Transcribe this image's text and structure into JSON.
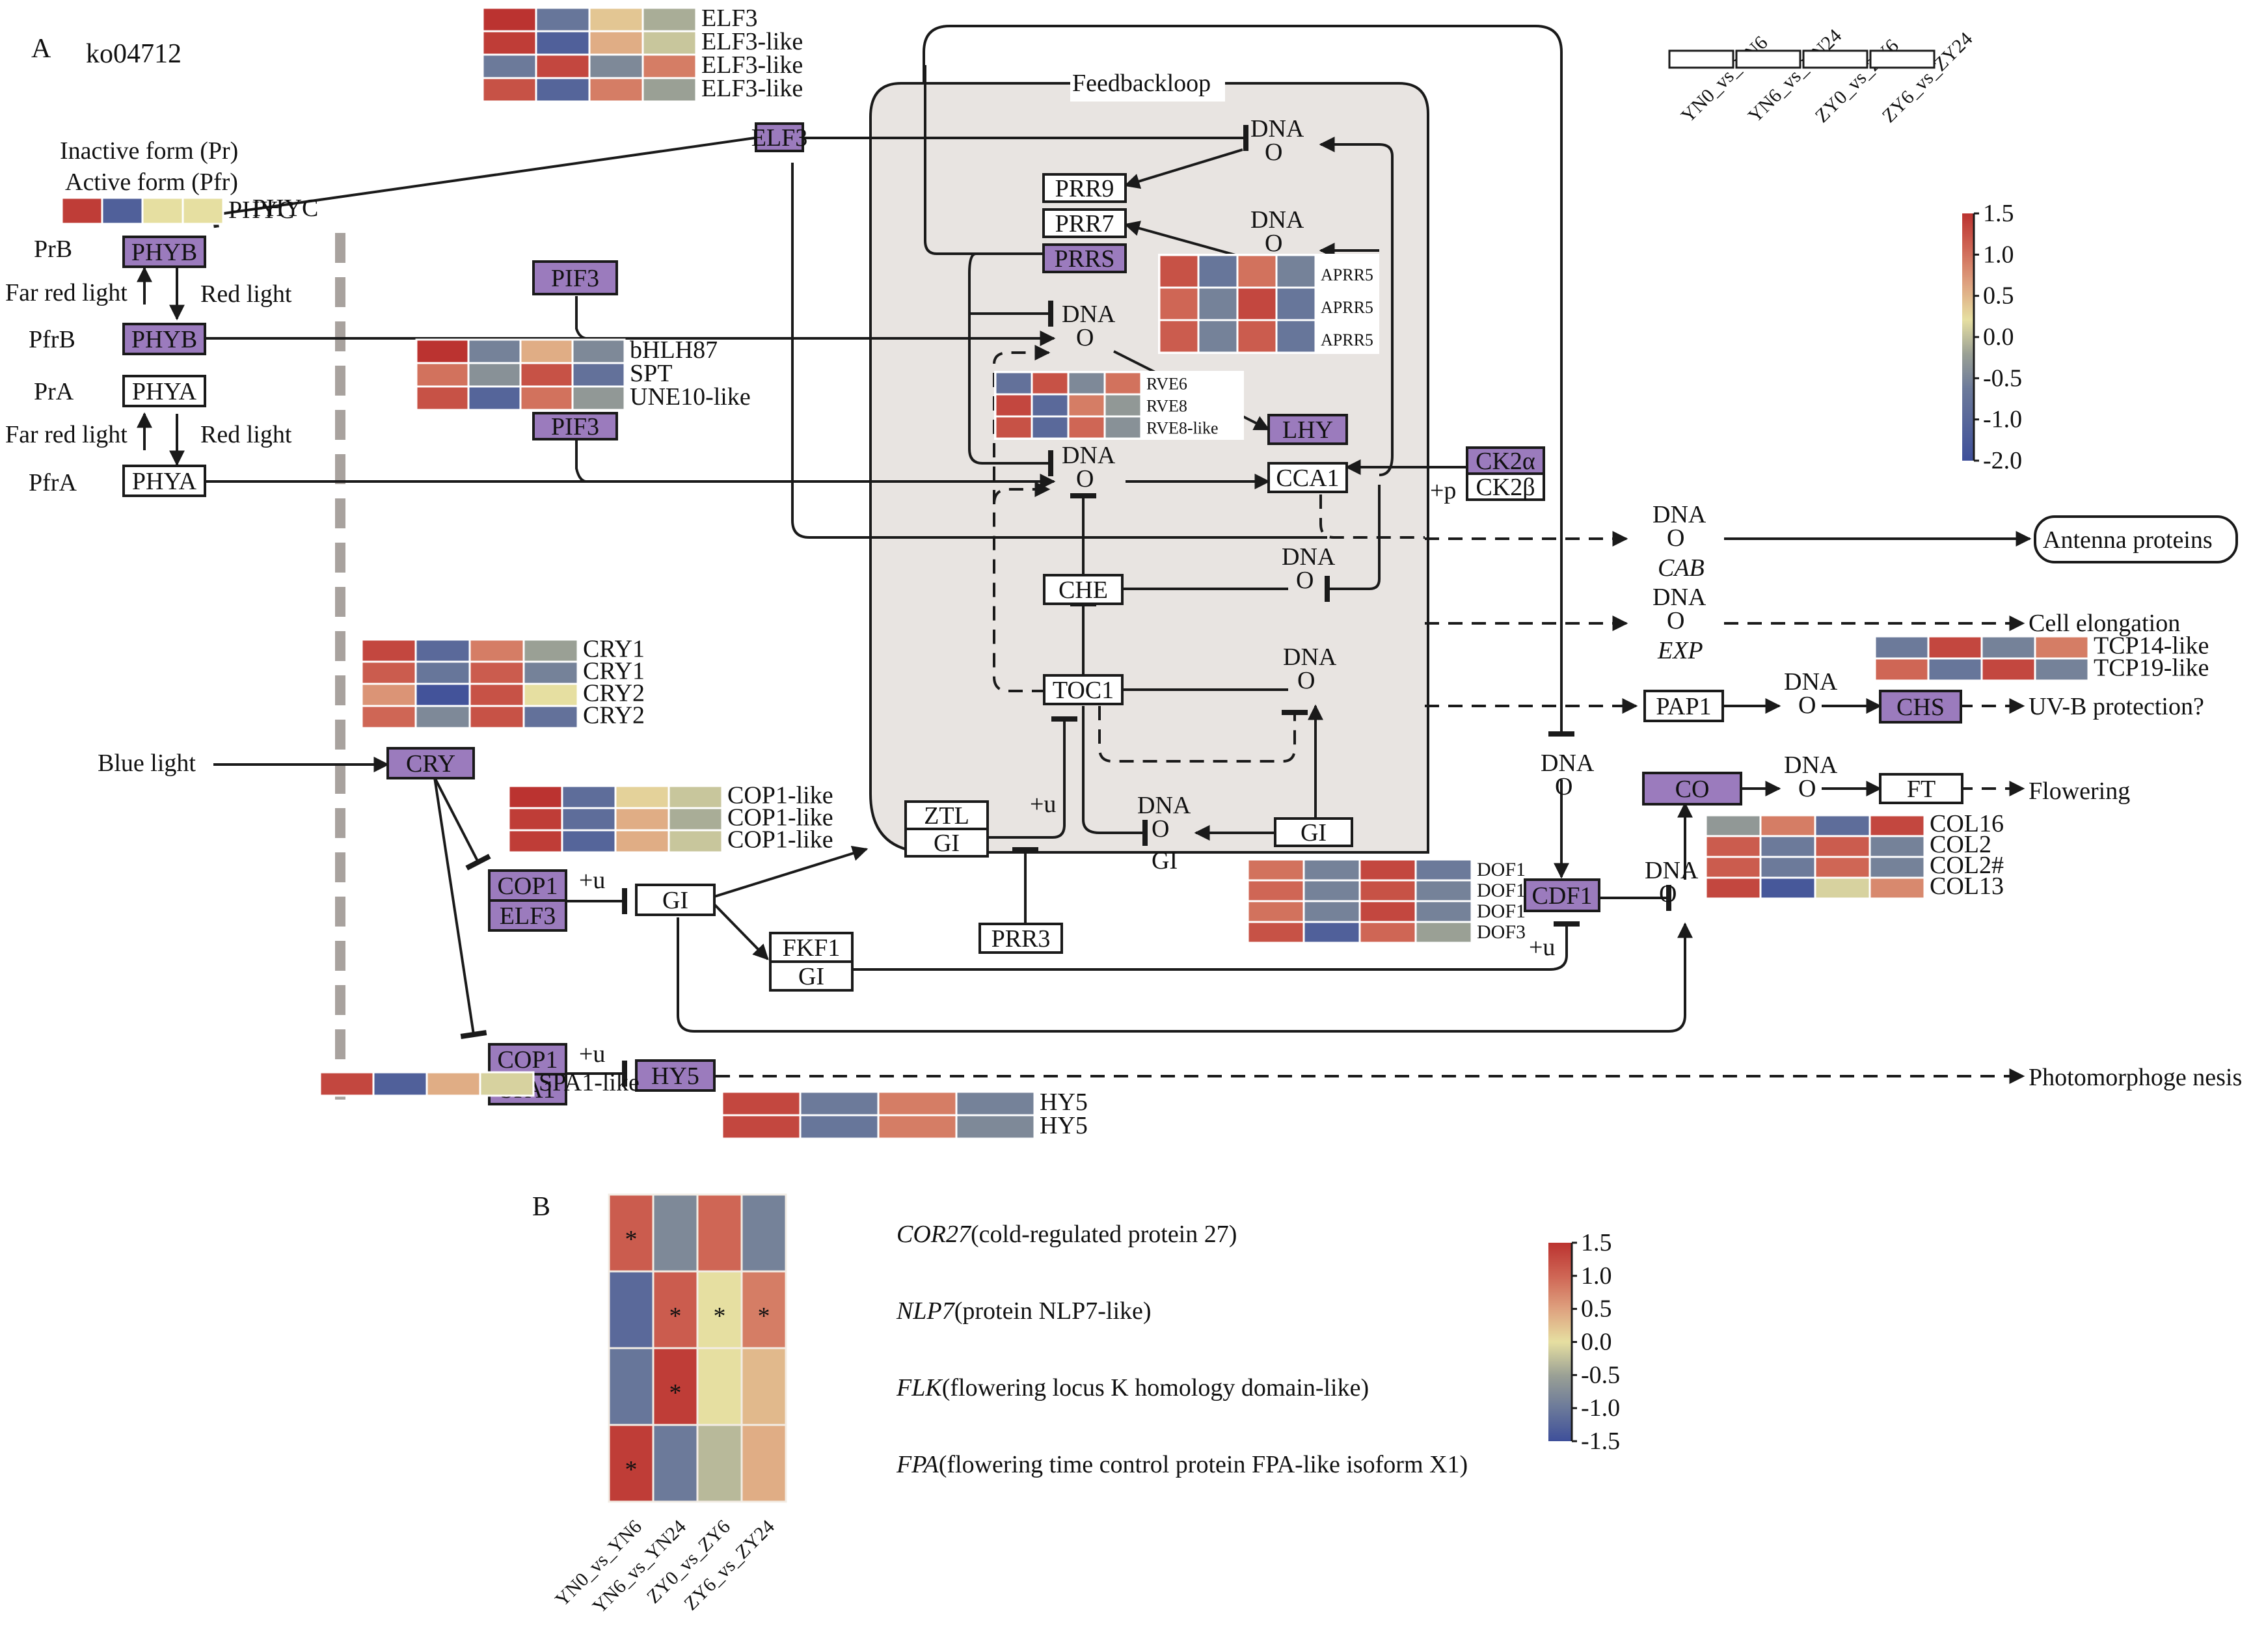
{
  "figure": {
    "panel_a_label": "A",
    "pathway_id": "ko04712",
    "panel_b_label": "B",
    "feedback_loop_label": "Feedbackloop",
    "node_color_highlight": "#9b7bbd",
    "node_color_plain": "#ffffff",
    "loop_fill": "#e8e4e1"
  },
  "conditions": [
    "YN0_vs_YN6",
    "YN6_vs_YN24",
    "ZY0_vs_ZY6",
    "ZY6_vs_ZY24"
  ],
  "colorbar_a": {
    "ticks": [
      "1.5",
      "1.0",
      "0.5",
      "0.0",
      "-0.5",
      "-1.0",
      "-2.0"
    ],
    "min": -2.0,
    "max": 1.5
  },
  "colorbar_b": {
    "ticks": [
      "1.5",
      "1.0",
      "0.5",
      "0.0",
      "-0.5",
      "-1.0",
      "-1.5"
    ],
    "min": -1.5,
    "max": 1.5
  },
  "palette": {
    "stops": [
      {
        "v": -2.0,
        "c": "#3e4f9a"
      },
      {
        "v": -1.0,
        "c": "#6c7a9a"
      },
      {
        "v": -0.5,
        "c": "#9aa095"
      },
      {
        "v": 0.0,
        "c": "#e6dfa1"
      },
      {
        "v": 0.5,
        "c": "#dea07e"
      },
      {
        "v": 1.0,
        "c": "#cf6655"
      },
      {
        "v": 1.5,
        "c": "#bb3330"
      }
    ]
  },
  "labels": {
    "inactive_form": "Inactive form (Pr)",
    "active_form": "Active form (Pfr)",
    "prb": "PrB",
    "pfrb": "PfrB",
    "pra": "PrA",
    "pfra": "PfrA",
    "far_red_light_1": "Far red light",
    "red_light_1": "Red light",
    "far_red_light_2": "Far red light",
    "red_light_2": "Red light",
    "blue_light": "Blue light",
    "plus_u_1": "+u",
    "plus_u_2": "+u",
    "plus_u_3": "+u",
    "plus_u_4": "+u",
    "plus_p": "+p",
    "antenna_proteins": "Antenna proteins",
    "cell_elongation": "Cell elongation",
    "uvb_protection": "UV-B protection?",
    "flowering": "Flowering",
    "photomorphogenesis": "Photomorphoge nesis",
    "cab": "CAB",
    "exp": "EXP",
    "gi_under_dna": "GI",
    "dna": "DNA",
    "o": "O"
  },
  "nodes": {
    "phyb_pr": {
      "label": "PHYB",
      "highlighted": true
    },
    "phyb_pfr": {
      "label": "PHYB",
      "highlighted": true
    },
    "phya_pr": {
      "label": "PHYA",
      "highlighted": false
    },
    "phya_pfr": {
      "label": "PHYA",
      "highlighted": false
    },
    "elf3_top": {
      "label": "ELF3",
      "highlighted": true
    },
    "pif3_top": {
      "label": "PIF3",
      "highlighted": true
    },
    "pif3_bottom": {
      "label": "PIF3",
      "highlighted": true
    },
    "prr9": {
      "label": "PRR9",
      "highlighted": false
    },
    "prr7": {
      "label": "PRR7",
      "highlighted": false
    },
    "prrs": {
      "label": "PRRS",
      "highlighted": true
    },
    "lhy": {
      "label": "LHY",
      "highlighted": true
    },
    "cca1": {
      "label": "CCA1",
      "highlighted": false
    },
    "ck2a": {
      "label": "CK2α",
      "highlighted": true
    },
    "ck2b": {
      "label": "CK2β",
      "highlighted": false
    },
    "che": {
      "label": "CHE",
      "highlighted": false
    },
    "toc1": {
      "label": "TOC1",
      "highlighted": false
    },
    "ztl": {
      "label": "ZTL",
      "highlighted": false
    },
    "gi_ztl": {
      "label": "GI",
      "highlighted": false
    },
    "gi_loop": {
      "label": "GI",
      "highlighted": false
    },
    "prr3": {
      "label": "PRR3",
      "highlighted": false
    },
    "cry": {
      "label": "CRY",
      "highlighted": true
    },
    "cop1_a": {
      "label": "COP1",
      "highlighted": true
    },
    "elf3_b": {
      "label": "ELF3",
      "highlighted": true
    },
    "gi_main": {
      "label": "GI",
      "highlighted": false
    },
    "fkf1": {
      "label": "FKF1",
      "highlighted": false
    },
    "gi_fkf1": {
      "label": "GI",
      "highlighted": false
    },
    "cop1_b": {
      "label": "COP1",
      "highlighted": true
    },
    "spa1": {
      "label": "SPA1",
      "highlighted": true
    },
    "hy5": {
      "label": "HY5",
      "highlighted": true
    },
    "cdf1": {
      "label": "CDF1",
      "highlighted": true
    },
    "co": {
      "label": "CO",
      "highlighted": true
    },
    "ft": {
      "label": "FT",
      "highlighted": false
    },
    "pap1": {
      "label": "PAP1",
      "highlighted": false
    },
    "chs": {
      "label": "CHS",
      "highlighted": true
    }
  },
  "heatmaps": {
    "elf3": {
      "genes": [
        "ELF3",
        "ELF3-like",
        "ELF3-like",
        "ELF3-like"
      ],
      "values": [
        [
          1.5,
          -1.1,
          0.2,
          -0.4
        ],
        [
          1.4,
          -1.6,
          0.4,
          -0.2
        ],
        [
          -1.0,
          1.3,
          -0.8,
          0.8
        ],
        [
          1.2,
          -1.5,
          0.8,
          -0.5
        ]
      ]
    },
    "phyc": {
      "genes": [
        "PHYC"
      ],
      "values": [
        [
          1.4,
          -1.6,
          0.0,
          0.0
        ]
      ]
    },
    "pif3": {
      "genes": [
        "bHLH87",
        "SPT",
        "UNE10-like"
      ],
      "values": [
        [
          1.5,
          -0.9,
          0.4,
          -0.8
        ],
        [
          0.9,
          -0.7,
          1.2,
          -1.2
        ],
        [
          1.2,
          -1.5,
          0.9,
          -0.6
        ]
      ]
    },
    "aprr5": {
      "genes": [
        "APRR5",
        "APRR5",
        "APRR5"
      ],
      "values": [
        [
          1.2,
          -1.1,
          0.9,
          -0.9
        ],
        [
          1.0,
          -0.9,
          1.3,
          -1.1
        ],
        [
          1.1,
          -0.9,
          1.1,
          -1.1
        ]
      ]
    },
    "rve": {
      "genes": [
        "RVE6",
        "RVE8",
        "RVE8-like"
      ],
      "values": [
        [
          -1.2,
          1.2,
          -0.8,
          0.9
        ],
        [
          1.3,
          -1.4,
          0.8,
          -0.6
        ],
        [
          1.2,
          -1.4,
          1.0,
          -0.7
        ]
      ]
    },
    "cry": {
      "genes": [
        "CRY1",
        "CRY1",
        "CRY1",
        "CRY2"
      ],
      "labels": [
        "CRY1",
        "CRY1",
        "CRY2",
        "CRY2"
      ],
      "values": [
        [
          1.3,
          -1.4,
          0.8,
          -0.5
        ],
        [
          1.1,
          -1.1,
          1.1,
          -0.9
        ],
        [
          0.6,
          -1.9,
          1.2,
          0.0
        ],
        [
          1.0,
          -0.8,
          1.2,
          -1.2
        ]
      ]
    },
    "cop1": {
      "genes": [
        "COP1-like",
        "COP1-like",
        "COP1-like"
      ],
      "values": [
        [
          1.5,
          -1.3,
          0.1,
          -0.2
        ],
        [
          1.4,
          -1.3,
          0.4,
          -0.4
        ],
        [
          1.4,
          -1.5,
          0.4,
          -0.2
        ]
      ]
    },
    "spa1": {
      "genes": [
        "SPA1-like"
      ],
      "values": [
        [
          1.3,
          -1.6,
          0.4,
          -0.1
        ]
      ]
    },
    "hy5": {
      "genes": [
        "HY5",
        "HY5"
      ],
      "values": [
        [
          1.3,
          -1.0,
          0.8,
          -0.9
        ],
        [
          1.3,
          -1.1,
          0.8,
          -0.8
        ]
      ]
    },
    "dof": {
      "genes": [
        "DOF1",
        "DOF1",
        "DOF1",
        "DOF3"
      ],
      "values": [
        [
          0.9,
          -0.9,
          1.3,
          -1.0
        ],
        [
          1.0,
          -0.9,
          1.2,
          -0.9
        ],
        [
          0.9,
          -0.9,
          1.3,
          -0.9
        ],
        [
          1.2,
          -1.6,
          1.0,
          -0.5
        ]
      ]
    },
    "tcp": {
      "genes": [
        "TCP14-like",
        "TCP19-like"
      ],
      "values": [
        [
          -1.0,
          1.3,
          -0.9,
          0.8
        ],
        [
          1.0,
          -1.1,
          1.3,
          -0.9
        ]
      ]
    },
    "col": {
      "genes": [
        "COL16",
        "COL2",
        "COL2#",
        "COL13"
      ],
      "values": [
        [
          -0.6,
          0.8,
          -1.3,
          1.3
        ],
        [
          1.1,
          -1.0,
          1.1,
          -0.9
        ],
        [
          1.1,
          -1.0,
          1.0,
          -0.9
        ],
        [
          1.3,
          -1.8,
          -0.1,
          0.7
        ]
      ]
    }
  },
  "panel_b": {
    "genes": [
      {
        "symbol": "COR27",
        "description": "(cold-regulated protein 27)"
      },
      {
        "symbol": "NLP7",
        "description": "(protein NLP7-like)"
      },
      {
        "symbol": "FLK",
        "description": "(flowering locus K homology domain-like)"
      },
      {
        "symbol": "FPA",
        "description": "(flowering time control protein FPA-like isoform X1)"
      }
    ],
    "significance_marker": "*"
  },
  "chart_data": {
    "type": "heatmap",
    "title": "",
    "x": [
      "YN0_vs_YN6",
      "YN6_vs_YN24",
      "ZY0_vs_ZY6",
      "ZY6_vs_ZY24"
    ],
    "y": [
      "COR27(cold-regulated protein 27)",
      "NLP7(protein NLP7-like)",
      "FLK(flowering locus K homology domain-like)",
      "FPA(flowering time control protein FPA-like isoform X1)"
    ],
    "values": [
      [
        1.1,
        -0.8,
        1.0,
        -0.9
      ],
      [
        -1.4,
        1.1,
        0.0,
        0.8
      ],
      [
        -1.1,
        1.4,
        0.0,
        0.3
      ],
      [
        1.4,
        -1.0,
        -0.3,
        0.4
      ]
    ],
    "significant": [
      [
        true,
        false,
        false,
        false
      ],
      [
        false,
        true,
        true,
        true
      ],
      [
        false,
        true,
        false,
        false
      ],
      [
        true,
        false,
        false,
        false
      ]
    ],
    "colorbar_range": [
      -1.5,
      1.5
    ],
    "colorbar_ticks": [
      1.5,
      1.0,
      0.5,
      0.0,
      -0.5,
      -1.0,
      -1.5
    ],
    "legend": "right"
  }
}
